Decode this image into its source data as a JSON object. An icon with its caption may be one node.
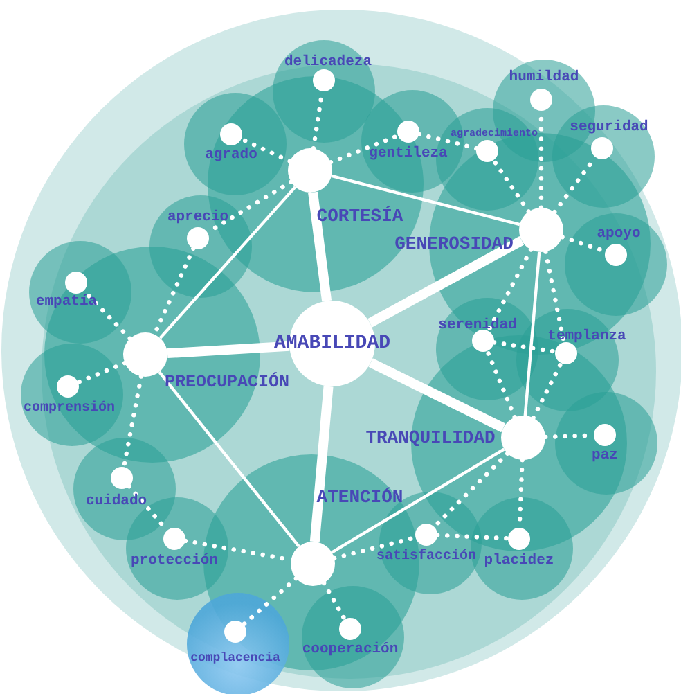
{
  "diagram": {
    "nodes": [
      {
        "text": [
          "AMABILIDAD"
        ]
      },
      {
        "text": [],
        "shape": "circle",
        "beside": [
          "CORTESÍA"
        ]
      },
      {
        "text": [],
        "shape": "circle",
        "beside": [
          "GENEROSIDAD"
        ]
      },
      {
        "text": [],
        "shape": "circle",
        "beside": [
          "PREOCUPACIÓN"
        ]
      },
      {
        "text": [],
        "shape": "circle",
        "beside": [
          "TRANQUILIDAD"
        ]
      },
      {
        "text": [],
        "shape": "circle",
        "beside": [
          "ATENCIÓN"
        ]
      },
      {
        "text": [],
        "shape": "circle",
        "beside": [
          "delicadeza"
        ]
      },
      {
        "text": [],
        "shape": "circle",
        "beside": [
          "agrado"
        ]
      },
      {
        "text": [],
        "shape": "circle",
        "beside": [
          "gentileza"
        ]
      },
      {
        "text": [],
        "shape": "circle",
        "beside": [
          "agradecimiento"
        ]
      },
      {
        "text": [],
        "shape": "circle",
        "beside": [
          "humildad"
        ]
      },
      {
        "text": [],
        "shape": "circle",
        "beside": [
          "seguridad"
        ]
      },
      {
        "text": [],
        "shape": "circle",
        "beside": [
          "apoyo"
        ]
      },
      {
        "text": [],
        "shape": "circle",
        "beside": [
          "aprecio"
        ]
      },
      {
        "text": [],
        "shape": "circle",
        "beside": [
          "empatía"
        ]
      },
      {
        "text": [],
        "shape": "circle",
        "beside": [
          "comprensión"
        ]
      },
      {
        "text": [],
        "shape": "circle",
        "beside": [
          "cuidado"
        ]
      },
      {
        "text": [],
        "shape": "circle",
        "beside": [
          "protección"
        ]
      },
      {
        "text": [],
        "shape": "circle",
        "beside": [
          "complacencia"
        ]
      },
      {
        "text": [],
        "shape": "circle",
        "beside": [
          "cooperación"
        ]
      },
      {
        "text": [],
        "shape": "circle",
        "beside": [
          "satisfacción"
        ]
      },
      {
        "text": [],
        "shape": "circle",
        "beside": [
          "placidez"
        ]
      },
      {
        "text": [],
        "shape": "circle",
        "beside": [
          "paz"
        ]
      },
      {
        "text": [],
        "shape": "circle",
        "beside": [
          "serenidad"
        ]
      },
      {
        "text": [],
        "shape": "circle",
        "beside": [
          "templanza"
        ]
      }
    ],
    "edges": [
      {
        "from": 0,
        "to": 1,
        "arrow": "none",
        "style": "thick"
      },
      {
        "from": 0,
        "to": 2,
        "arrow": "none",
        "style": "thick"
      },
      {
        "from": 0,
        "to": 3,
        "arrow": "none",
        "style": "thick"
      },
      {
        "from": 0,
        "to": 4,
        "arrow": "none",
        "style": "thick"
      },
      {
        "from": 0,
        "to": 5,
        "arrow": "none",
        "style": "thick"
      },
      {
        "from": 1,
        "to": 2,
        "arrow": "none"
      },
      {
        "from": 1,
        "to": 3,
        "arrow": "none"
      },
      {
        "from": 2,
        "to": 4,
        "arrow": "none"
      },
      {
        "from": 3,
        "to": 5,
        "arrow": "none"
      },
      {
        "from": 4,
        "to": 5,
        "arrow": "none"
      },
      {
        "from": 1,
        "to": 6,
        "arrow": "none",
        "style": "dashed"
      },
      {
        "from": 1,
        "to": 7,
        "arrow": "none",
        "style": "dashed"
      },
      {
        "from": 1,
        "to": 8,
        "arrow": "none",
        "style": "dashed"
      },
      {
        "from": 8,
        "to": 9,
        "arrow": "none",
        "style": "dashed"
      },
      {
        "from": 2,
        "to": 9,
        "arrow": "none",
        "style": "dashed"
      },
      {
        "from": 2,
        "to": 10,
        "arrow": "none",
        "style": "dashed"
      },
      {
        "from": 2,
        "to": 11,
        "arrow": "none",
        "style": "dashed"
      },
      {
        "from": 2,
        "to": 12,
        "arrow": "none",
        "style": "dashed"
      },
      {
        "from": 1,
        "to": 13,
        "arrow": "none",
        "style": "dashed"
      },
      {
        "from": 13,
        "to": 3,
        "arrow": "none",
        "style": "dashed"
      },
      {
        "from": 3,
        "to": 14,
        "arrow": "none",
        "style": "dashed"
      },
      {
        "from": 3,
        "to": 15,
        "arrow": "none",
        "style": "dashed"
      },
      {
        "from": 3,
        "to": 16,
        "arrow": "none",
        "style": "dashed"
      },
      {
        "from": 16,
        "to": 17,
        "arrow": "none",
        "style": "dashed"
      },
      {
        "from": 17,
        "to": 5,
        "arrow": "none",
        "style": "dashed"
      },
      {
        "from": 5,
        "to": 18,
        "arrow": "none",
        "style": "dashed"
      },
      {
        "from": 5,
        "to": 19,
        "arrow": "none",
        "style": "dashed"
      },
      {
        "from": 5,
        "to": 20,
        "arrow": "none",
        "style": "dashed"
      },
      {
        "from": 4,
        "to": 20,
        "arrow": "none",
        "style": "dashed"
      },
      {
        "from": 20,
        "to": 21,
        "arrow": "none",
        "style": "dashed"
      },
      {
        "from": 4,
        "to": 21,
        "arrow": "none",
        "style": "dashed"
      },
      {
        "from": 4,
        "to": 22,
        "arrow": "none",
        "style": "dashed"
      },
      {
        "from": 4,
        "to": 23,
        "arrow": "none",
        "style": "dashed"
      },
      {
        "from": 4,
        "to": 24,
        "arrow": "none",
        "style": "dashed"
      },
      {
        "from": 23,
        "to": 24,
        "arrow": "none",
        "style": "dashed"
      },
      {
        "from": 2,
        "to": 23,
        "arrow": "none",
        "style": "dashed"
      },
      {
        "from": 2,
        "to": 24,
        "arrow": "none",
        "style": "dashed"
      }
    ]
  }
}
